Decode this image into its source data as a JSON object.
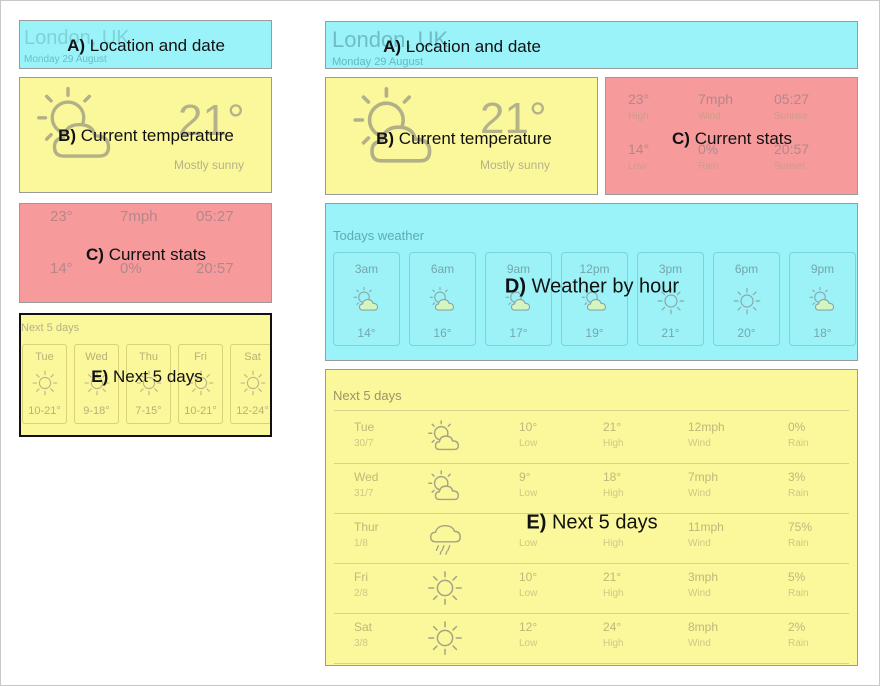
{
  "location": "London, UK",
  "date": "Monday 29 August",
  "current": {
    "temp": "21°",
    "condition": "Mostly sunny"
  },
  "labels": {
    "a_letter": "A)",
    "a_text": "Location and date",
    "b_letter": "B)",
    "b_text": "Current temperature",
    "c_letter": "C)",
    "c_text": "Current stats",
    "d_letter": "D)",
    "d_text": "Weather by hour",
    "e_letter": "E)",
    "e_text": "Next 5 days"
  },
  "stats": {
    "high": "23°",
    "high_label": "High",
    "wind": "7mph",
    "wind_label": "Wind",
    "sunrise": "05:27",
    "sunrise_label": "Sunrise",
    "low": "14°",
    "low_label": "Low",
    "rain": "0%",
    "rain_label": "Rain",
    "sunset": "20:57",
    "sunset_label": "Sunset"
  },
  "hourly": {
    "title": "Todays weather",
    "hours": [
      {
        "time": "3am",
        "temp": "14°",
        "icon": "partly-cloudy-icon"
      },
      {
        "time": "6am",
        "temp": "16°",
        "icon": "partly-cloudy-icon"
      },
      {
        "time": "9am",
        "temp": "17°",
        "icon": "partly-cloudy-icon"
      },
      {
        "time": "12pm",
        "temp": "19°",
        "icon": "partly-cloudy-icon"
      },
      {
        "time": "3pm",
        "temp": "21°",
        "icon": "sun-icon"
      },
      {
        "time": "6pm",
        "temp": "20°",
        "icon": "sun-icon"
      },
      {
        "time": "9pm",
        "temp": "18°",
        "icon": "partly-cloudy-icon"
      }
    ]
  },
  "forecast": {
    "title": "Next 5 days",
    "low_label": "Low",
    "high_label": "High",
    "wind_label": "Wind",
    "rain_label": "Rain",
    "days": [
      {
        "day": "Tue",
        "date": "30/7",
        "low": "10°",
        "high": "21°",
        "wind": "12mph",
        "rain": "0%",
        "icon": "partly-cloudy-icon"
      },
      {
        "day": "Wed",
        "date": "31/7",
        "low": "9°",
        "high": "18°",
        "wind": "7mph",
        "rain": "3%",
        "icon": "partly-cloudy-icon"
      },
      {
        "day": "Thur",
        "date": "1/8",
        "low": "",
        "high": "",
        "wind": "11mph",
        "rain": "75%",
        "icon": "rain-icon"
      },
      {
        "day": "Fri",
        "date": "2/8",
        "low": "10°",
        "high": "21°",
        "wind": "3mph",
        "rain": "5%",
        "icon": "sun-icon"
      },
      {
        "day": "Sat",
        "date": "3/8",
        "low": "12°",
        "high": "24°",
        "wind": "8mph",
        "rain": "2%",
        "icon": "sun-icon"
      }
    ]
  },
  "mobile_days": [
    {
      "day": "Tue",
      "range": "10-21°"
    },
    {
      "day": "Wed",
      "range": "9-18°"
    },
    {
      "day": "Thu",
      "range": "7-15°"
    },
    {
      "day": "Fri",
      "range": "10-21°"
    },
    {
      "day": "Sat",
      "range": "12-24°"
    }
  ]
}
